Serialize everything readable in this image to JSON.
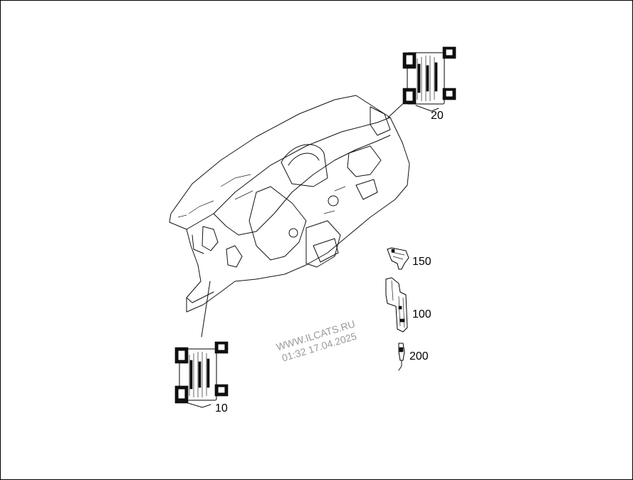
{
  "diagram": {
    "callouts": {
      "part_10": "10",
      "part_20": "20",
      "part_100": "100",
      "part_150": "150",
      "part_200": "200"
    },
    "watermark": {
      "line1": "WWW.ILCATS.RU",
      "line2": "01:32 17.04.2025"
    }
  }
}
